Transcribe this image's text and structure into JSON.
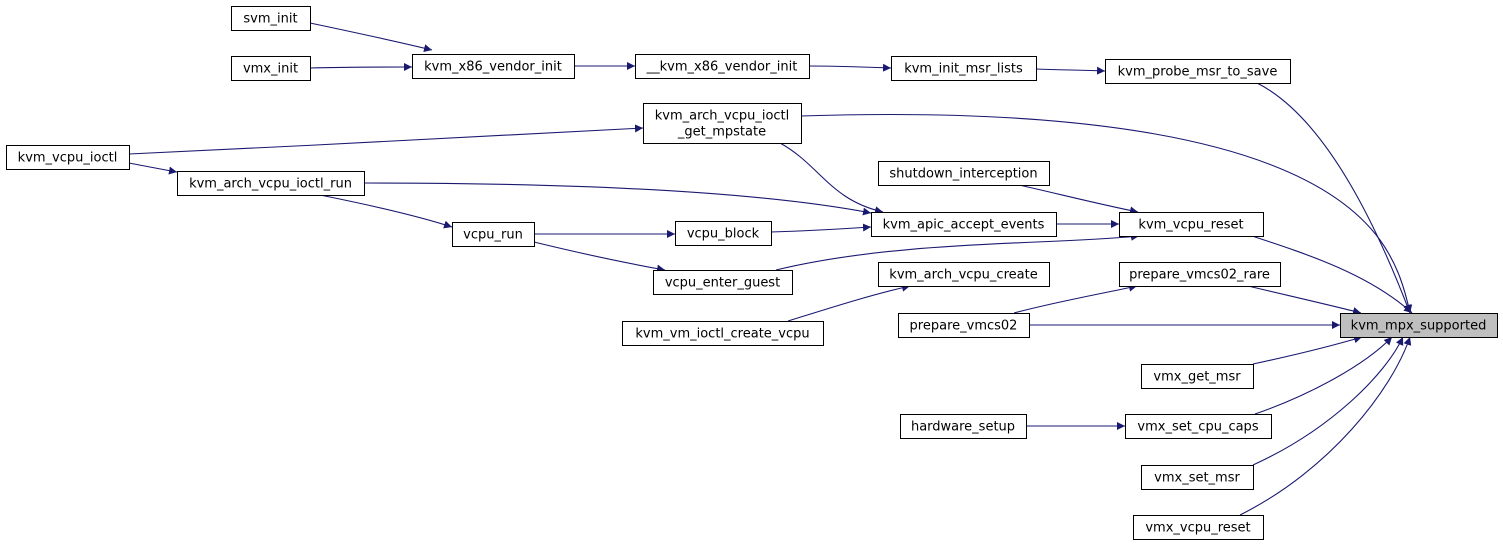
{
  "colors": {
    "edge": "#191970",
    "node_border": "#000000",
    "node_fill": "#ffffff",
    "focus_fill": "#bfbfbf"
  },
  "nodes": [
    {
      "id": "svm_init",
      "label": [
        "svm_init"
      ]
    },
    {
      "id": "vmx_init",
      "label": [
        "vmx_init"
      ]
    },
    {
      "id": "kvm_x86_vendor_init",
      "label": [
        "kvm_x86_vendor_init"
      ]
    },
    {
      "id": "__kvm_x86_vendor_init",
      "label": [
        "__kvm_x86_vendor_init"
      ]
    },
    {
      "id": "kvm_init_msr_lists",
      "label": [
        "kvm_init_msr_lists"
      ]
    },
    {
      "id": "kvm_probe_msr_to_save",
      "label": [
        "kvm_probe_msr_to_save"
      ]
    },
    {
      "id": "kvm_arch_vcpu_ioctl_get_mpstate",
      "label": [
        "kvm_arch_vcpu_ioctl",
        "_get_mpstate"
      ]
    },
    {
      "id": "kvm_vcpu_ioctl",
      "label": [
        "kvm_vcpu_ioctl"
      ]
    },
    {
      "id": "kvm_arch_vcpu_ioctl_run",
      "label": [
        "kvm_arch_vcpu_ioctl_run"
      ]
    },
    {
      "id": "shutdown_interception",
      "label": [
        "shutdown_interception"
      ]
    },
    {
      "id": "vcpu_run",
      "label": [
        "vcpu_run"
      ]
    },
    {
      "id": "vcpu_block",
      "label": [
        "vcpu_block"
      ]
    },
    {
      "id": "kvm_apic_accept_events",
      "label": [
        "kvm_apic_accept_events"
      ]
    },
    {
      "id": "kvm_vcpu_reset",
      "label": [
        "kvm_vcpu_reset"
      ]
    },
    {
      "id": "kvm_arch_vcpu_create",
      "label": [
        "kvm_arch_vcpu_create"
      ]
    },
    {
      "id": "prepare_vmcs02_rare",
      "label": [
        "prepare_vmcs02_rare"
      ]
    },
    {
      "id": "vcpu_enter_guest",
      "label": [
        "vcpu_enter_guest"
      ]
    },
    {
      "id": "kvm_vm_ioctl_create_vcpu",
      "label": [
        "kvm_vm_ioctl_create_vcpu"
      ]
    },
    {
      "id": "prepare_vmcs02",
      "label": [
        "prepare_vmcs02"
      ]
    },
    {
      "id": "kvm_mpx_supported",
      "label": [
        "kvm_mpx_supported"
      ],
      "focus": true
    },
    {
      "id": "vmx_get_msr",
      "label": [
        "vmx_get_msr"
      ]
    },
    {
      "id": "hardware_setup",
      "label": [
        "hardware_setup"
      ]
    },
    {
      "id": "vmx_set_cpu_caps",
      "label": [
        "vmx_set_cpu_caps"
      ]
    },
    {
      "id": "vmx_set_msr",
      "label": [
        "vmx_set_msr"
      ]
    },
    {
      "id": "vmx_vcpu_reset",
      "label": [
        "vmx_vcpu_reset"
      ]
    }
  ],
  "edges": [
    {
      "from": "svm_init",
      "to": "kvm_x86_vendor_init"
    },
    {
      "from": "vmx_init",
      "to": "kvm_x86_vendor_init"
    },
    {
      "from": "kvm_x86_vendor_init",
      "to": "__kvm_x86_vendor_init"
    },
    {
      "from": "__kvm_x86_vendor_init",
      "to": "kvm_init_msr_lists"
    },
    {
      "from": "kvm_init_msr_lists",
      "to": "kvm_probe_msr_to_save"
    },
    {
      "from": "kvm_probe_msr_to_save",
      "to": "kvm_mpx_supported"
    },
    {
      "from": "kvm_arch_vcpu_ioctl_get_mpstate",
      "to": "kvm_mpx_supported"
    },
    {
      "from": "kvm_vcpu_ioctl",
      "to": "kvm_arch_vcpu_ioctl_get_mpstate"
    },
    {
      "from": "kvm_vcpu_ioctl",
      "to": "kvm_arch_vcpu_ioctl_run"
    },
    {
      "from": "kvm_arch_vcpu_ioctl_get_mpstate",
      "to": "kvm_apic_accept_events"
    },
    {
      "from": "kvm_arch_vcpu_ioctl_run",
      "to": "kvm_apic_accept_events"
    },
    {
      "from": "kvm_arch_vcpu_ioctl_run",
      "to": "vcpu_run"
    },
    {
      "from": "vcpu_run",
      "to": "vcpu_block"
    },
    {
      "from": "vcpu_run",
      "to": "vcpu_enter_guest"
    },
    {
      "from": "vcpu_block",
      "to": "kvm_apic_accept_events"
    },
    {
      "from": "vcpu_enter_guest",
      "to": "kvm_vcpu_reset"
    },
    {
      "from": "shutdown_interception",
      "to": "kvm_vcpu_reset"
    },
    {
      "from": "kvm_apic_accept_events",
      "to": "kvm_vcpu_reset"
    },
    {
      "from": "kvm_vm_ioctl_create_vcpu",
      "to": "kvm_arch_vcpu_create"
    },
    {
      "from": "kvm_vcpu_reset",
      "to": "kvm_mpx_supported"
    },
    {
      "from": "prepare_vmcs02",
      "to": "prepare_vmcs02_rare"
    },
    {
      "from": "prepare_vmcs02_rare",
      "to": "kvm_mpx_supported"
    },
    {
      "from": "prepare_vmcs02",
      "to": "kvm_mpx_supported"
    },
    {
      "from": "vmx_get_msr",
      "to": "kvm_mpx_supported"
    },
    {
      "from": "hardware_setup",
      "to": "vmx_set_cpu_caps"
    },
    {
      "from": "vmx_set_cpu_caps",
      "to": "kvm_mpx_supported"
    },
    {
      "from": "vmx_set_msr",
      "to": "kvm_mpx_supported"
    },
    {
      "from": "vmx_vcpu_reset",
      "to": "kvm_mpx_supported"
    }
  ]
}
